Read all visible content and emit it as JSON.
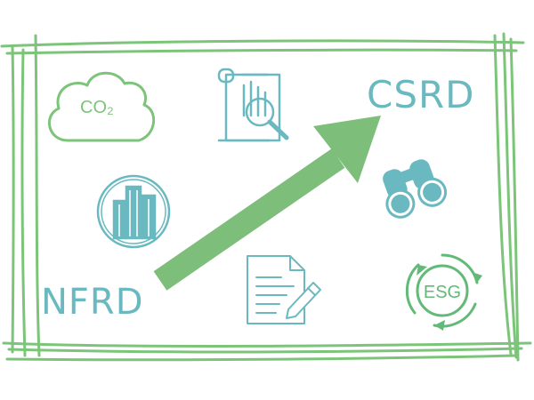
{
  "labels": {
    "from": "NFRD",
    "to": "CSRD",
    "co2": "CO₂",
    "esg": "ESG"
  },
  "colors": {
    "frame": "#7cc47a",
    "arrow": "#7dbe7b",
    "teal": "#6bb9c0",
    "esg_green": "#62b978"
  },
  "icons": [
    "co2-cloud-icon",
    "report-magnifier-icon",
    "city-buildings-icon",
    "binoculars-icon",
    "document-pen-icon",
    "esg-cycle-icon",
    "growth-arrow-icon"
  ]
}
